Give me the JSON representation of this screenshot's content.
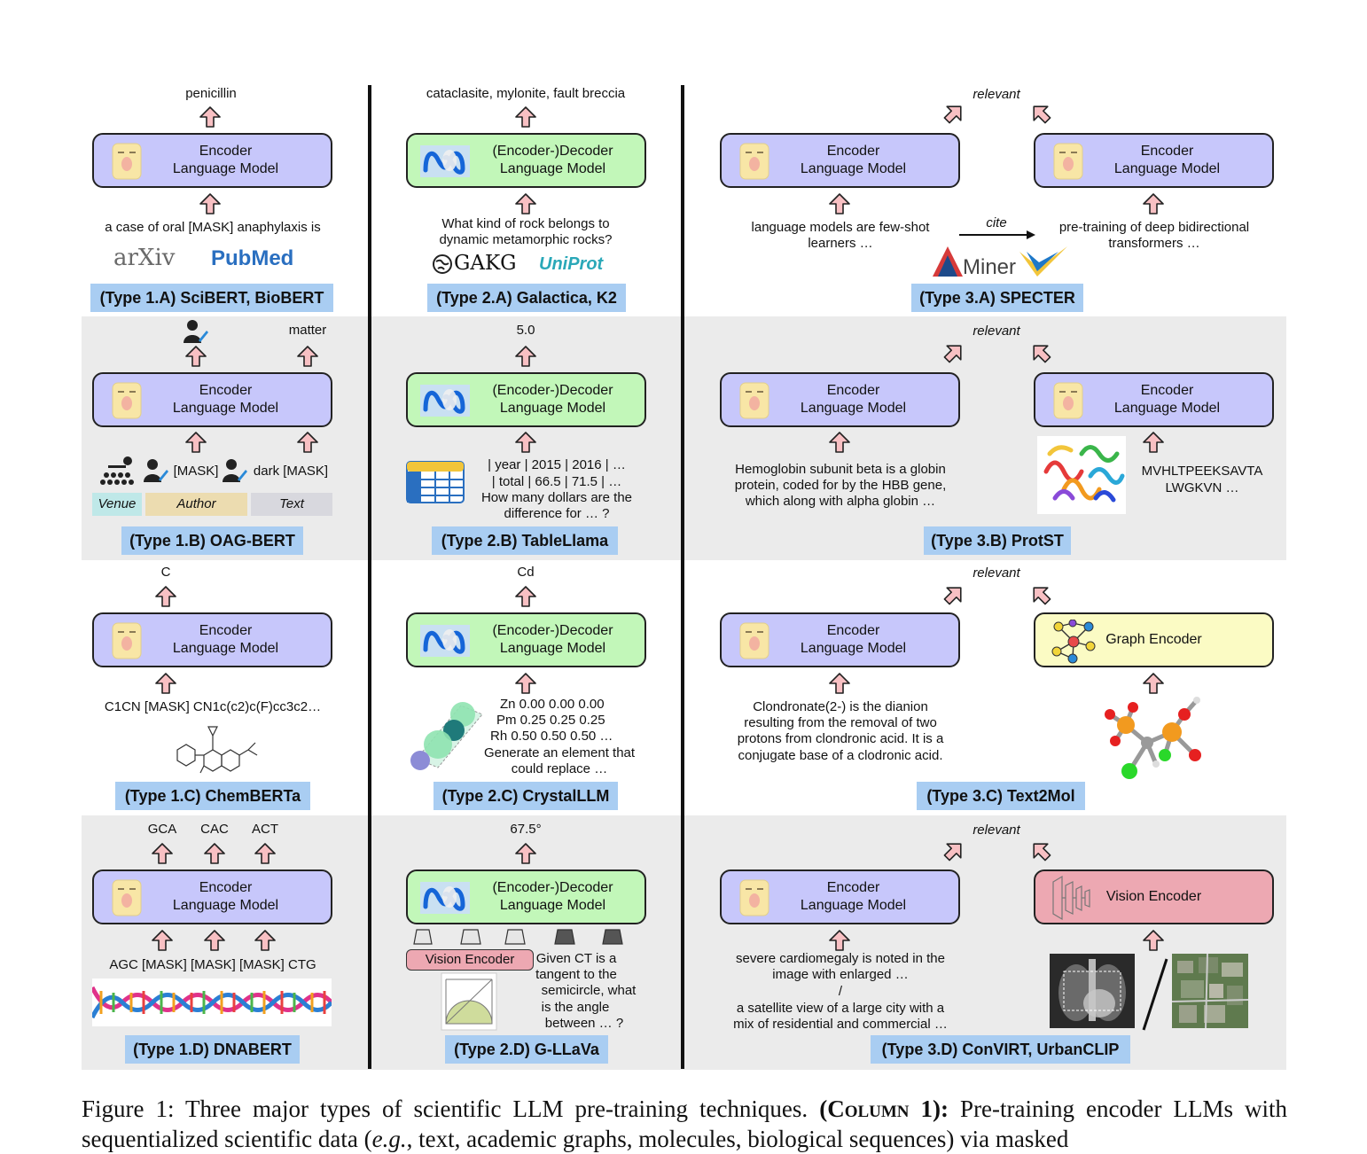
{
  "diagram": {
    "enc_line1": "Encoder",
    "enc_line2": "Language Model",
    "dec_line1": "(Encoder-)Decoder",
    "dec_line2": "Language Model",
    "graph_encoder": "Graph Encoder",
    "vision_encoder": "Vision Encoder",
    "relevant": "relevant",
    "cite": "cite"
  },
  "col1": {
    "a": {
      "title": "(Type 1.A) SciBERT, BioBERT",
      "output": "penicillin",
      "input": "a case of oral [MASK] anaphylaxis is",
      "logo1": "arXiv",
      "logo2": "PubMed"
    },
    "b": {
      "title": "(Type 1.B) OAG-BERT",
      "output_right": "matter",
      "input_mask": "[MASK]",
      "input_text": "dark [MASK]",
      "venue": "Venue",
      "author": "Author",
      "text": "Text"
    },
    "c": {
      "title": "(Type 1.C) ChemBERTa",
      "output": "C",
      "input": "C1CN [MASK] CN1c(c2)c(F)cc3c2…"
    },
    "d": {
      "title": "(Type 1.D) DNABERT",
      "out1": "GCA",
      "out2": "CAC",
      "out3": "ACT",
      "input": "AGC [MASK] [MASK] [MASK] CTG"
    }
  },
  "col2": {
    "a": {
      "title": "(Type 2.A) Galactica, K2",
      "output": "cataclasite, mylonite, fault breccia",
      "input_l1": "What kind of rock belongs to",
      "input_l2": "dynamic metamorphic rocks?",
      "logo1": "GAKG",
      "logo2": "UniProt"
    },
    "b": {
      "title": "(Type 2.B) TableLlama",
      "output": "5.0",
      "l1": "| year | 2015 | 2016 | …",
      "l2": "| total | 66.5 | 71.5 | …",
      "l3": "How many dollars are the",
      "l4": "difference for … ?"
    },
    "c": {
      "title": "(Type 2.C) CrystalLLM",
      "output": "Cd",
      "l1": "Zn  0.00  0.00  0.00",
      "l2": "Pm  0.25  0.25  0.25",
      "l3": "Rh  0.50  0.50  0.50 …",
      "l4": "Generate an element that",
      "l5": "could replace …"
    },
    "d": {
      "title": "(Type 2.D) G-LLaVa",
      "output": "67.5°",
      "vision": "Vision Encoder",
      "l1": "Given CT is a",
      "l2": "tangent to the",
      "l3": "semicircle, what",
      "l4": "is the angle",
      "l5": "between … ?"
    }
  },
  "col3": {
    "a": {
      "title": "(Type 3.A) SPECTER",
      "left_l1": "language models are few-shot",
      "left_l2": "learners …",
      "right_l1": "pre-training of deep bidirectional",
      "right_l2": "transformers …",
      "logo": "Miner"
    },
    "b": {
      "title": "(Type 3.B) ProtST",
      "left_l1": "Hemoglobin subunit beta is a globin",
      "left_l2": "protein, coded for by the HBB gene,",
      "left_l3": "which along with alpha globin …",
      "right_l1": "MVHLTPEEKSAVTA",
      "right_l2": "LWGKVN …"
    },
    "c": {
      "title": "(Type 3.C) Text2Mol",
      "l1": "Clondronate(2-) is the dianion",
      "l2": "resulting from the removal of two",
      "l3": "protons from clondronic acid. It is a",
      "l4": "conjugate base of a clodronic acid."
    },
    "d": {
      "title": "(Type 3.D) ConVIRT, UrbanCLIP",
      "l1": "severe cardiomegaly is noted in the",
      "l2": "image with enlarged …",
      "sep": "/",
      "l3": "a satellite view of a large city with a",
      "l4": "mix of residential and commercial …"
    }
  },
  "caption": {
    "fig": "Figure 1:",
    "text1": " Three major types of scientific LLM pre-training techniques. ",
    "col_open": "(",
    "col_label": "Column 1",
    "col_close": "):",
    "text2": " Pre-training encoder LLMs with sequentialized scientific data (",
    "eg": "e.g.",
    "text3": ", text, academic graphs, molecules, biological sequences) via masked"
  },
  "colors": {
    "encoder": "#c7c7fb",
    "decoder": "#c2f7b9",
    "graph": "#fbfbc4",
    "vision": "#eda8b2",
    "title_bg": "#a9cdf2",
    "band": "#ebebeb",
    "arrow": "#f8c0c3"
  }
}
